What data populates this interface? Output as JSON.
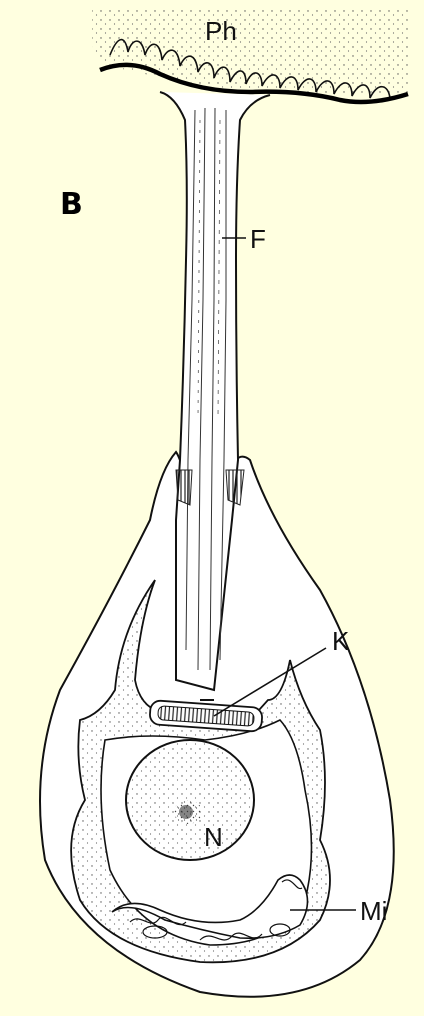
{
  "panel_label": "B",
  "labels": {
    "ph": "Ph",
    "f": "F",
    "k": "K",
    "n": "N",
    "mi": "Mi"
  },
  "colors": {
    "background": "#FFFFE0",
    "ink": "#111111",
    "cell_fill": "#FFFFFF"
  }
}
